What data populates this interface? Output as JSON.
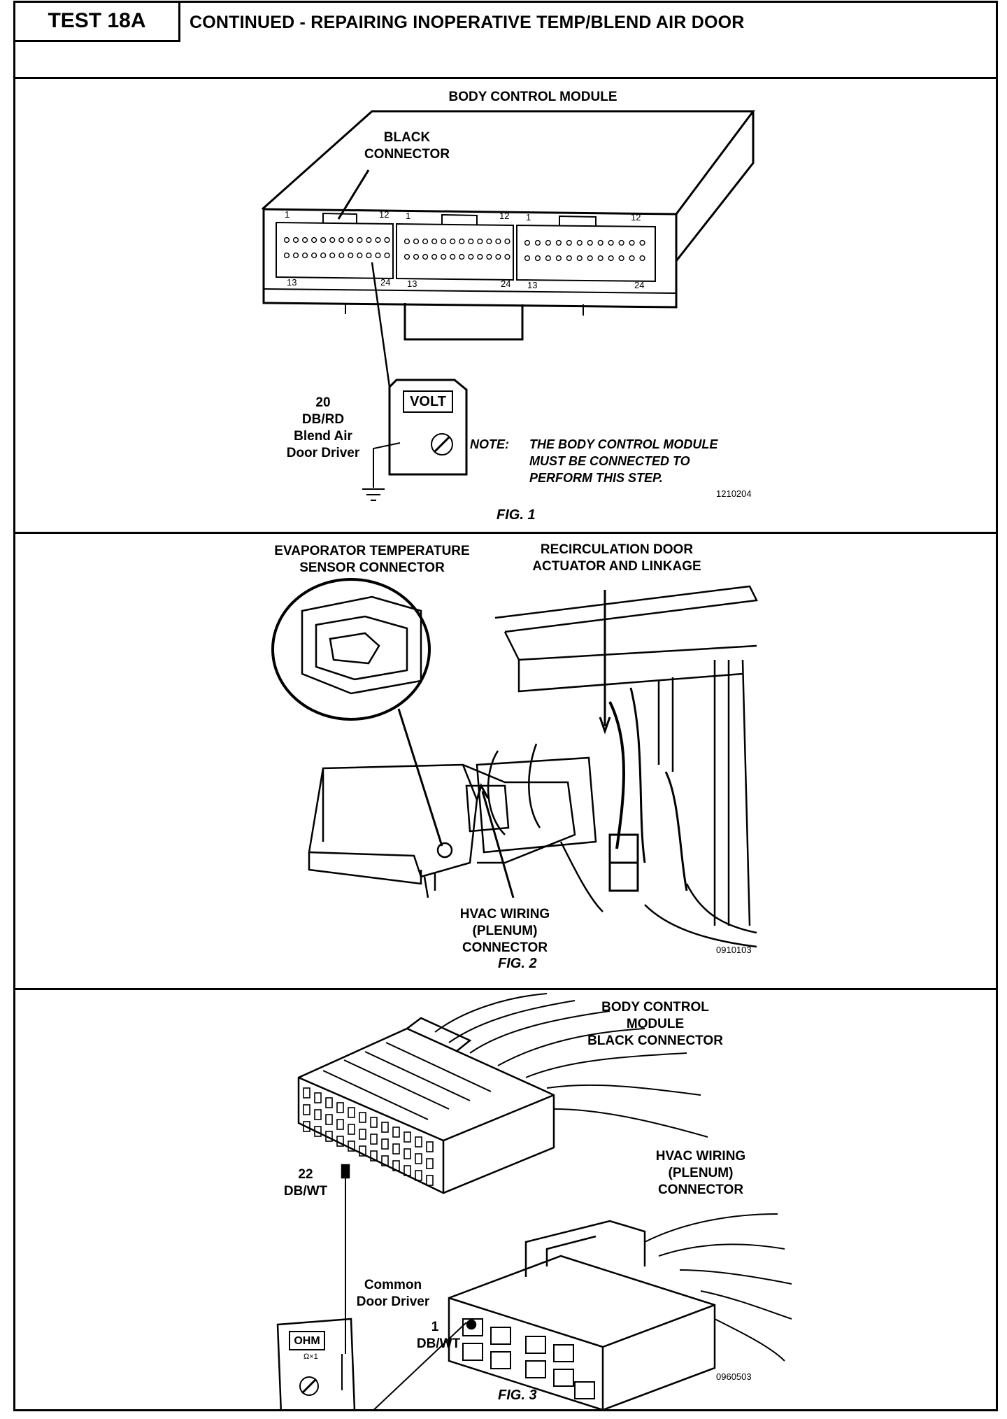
{
  "header": {
    "test_id": "TEST 18A",
    "title": "CONTINUED - REPAIRING INOPERATIVE TEMP/BLEND AIR DOOR"
  },
  "fig1": {
    "module_label": "BODY CONTROL MODULE",
    "connector_label_1": "BLACK",
    "connector_label_2": "CONNECTOR",
    "pin_numbers": [
      "1",
      "12",
      "13",
      "24"
    ],
    "meter_label": "VOLT",
    "wire_number": "20",
    "wire_color": "DB/RD",
    "wire_desc_1": "Blend Air",
    "wire_desc_2": "Door Driver",
    "note_prefix": "NOTE:",
    "note_line_1": "THE BODY CONTROL MODULE",
    "note_line_2": "MUST BE CONNECTED TO",
    "note_line_3": "PERFORM THIS STEP.",
    "code": "1210204",
    "caption": "FIG. 1"
  },
  "fig2": {
    "evap_label_1": "EVAPORATOR TEMPERATURE",
    "evap_label_2": "SENSOR CONNECTOR",
    "recirc_label_1": "RECIRCULATION DOOR",
    "recirc_label_2": "ACTUATOR AND LINKAGE",
    "hvac_label_1": "HVAC WIRING",
    "hvac_label_2": "(PLENUM)",
    "hvac_label_3": "CONNECTOR",
    "code": "0910103",
    "caption": "FIG. 2"
  },
  "fig3": {
    "bcm_label_1": "BODY CONTROL",
    "bcm_label_2": "MODULE",
    "bcm_label_3": "BLACK CONNECTOR",
    "hvac_label_1": "HVAC WIRING",
    "hvac_label_2": "(PLENUM)",
    "hvac_label_3": "CONNECTOR",
    "pin22_number": "22",
    "pin22_color": "DB/WT",
    "common_label_1": "Common",
    "common_label_2": "Door Driver",
    "pin1_number": "1",
    "pin1_color": "DB/WT",
    "meter_label": "OHM",
    "meter_range": "Ω×1",
    "code": "0960503",
    "caption": "FIG. 3"
  }
}
